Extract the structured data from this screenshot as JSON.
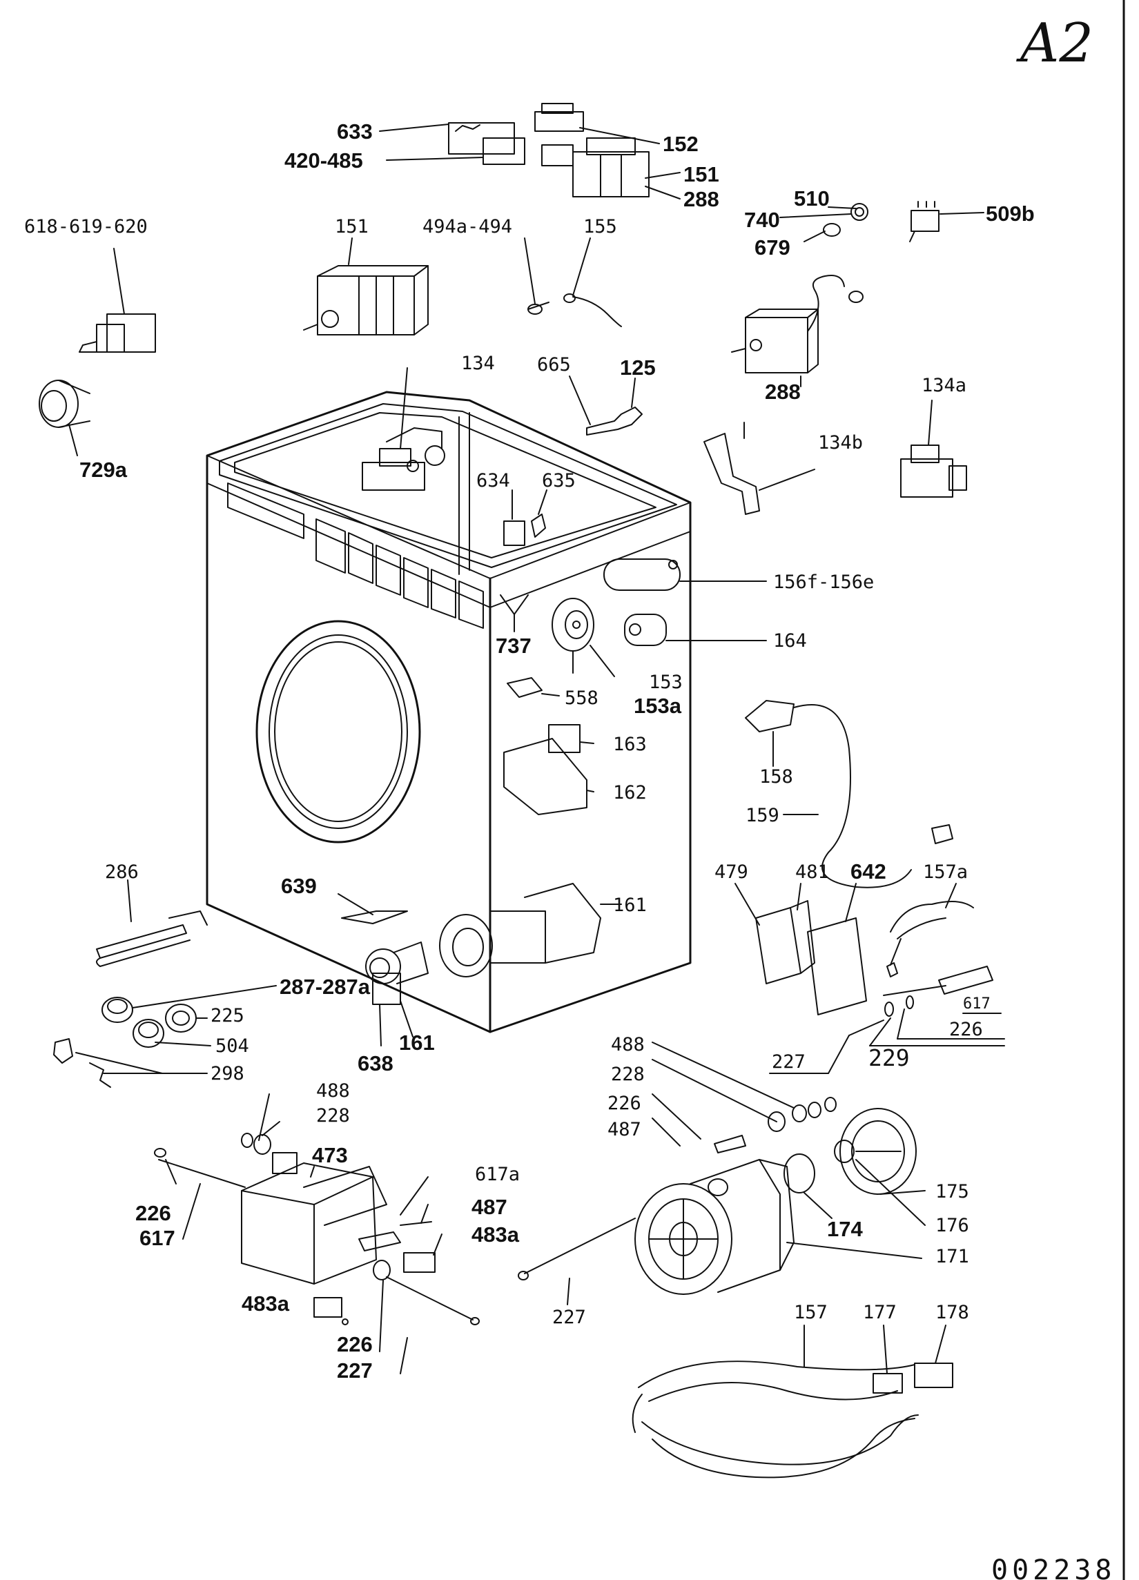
{
  "sheet": {
    "corner_mark": "A2",
    "drawing_number": "002238"
  },
  "callouts": {
    "c633": "633",
    "c420_485": "420-485",
    "c152": "152",
    "c151_top": "151",
    "c288_top": "288",
    "c510": "510",
    "c740": "740",
    "c679": "679",
    "c509b": "509b",
    "c618_619_620": "618-619-620",
    "c151_mid": "151",
    "c494a_494": "494a-494",
    "c155": "155",
    "c288_mid": "288",
    "c134": "134",
    "c665": "665",
    "c125": "125",
    "c134a": "134a",
    "c134b": "134b",
    "c729a": "729a",
    "c634": "634",
    "c635": "635",
    "c156f_156e": "156f-156e",
    "c737": "737",
    "c164": "164",
    "c153": "153",
    "c153a": "153a",
    "c558": "558",
    "c163": "163",
    "c158": "158",
    "c162": "162",
    "c159": "159",
    "c286": "286",
    "c639": "639",
    "c161_right": "161",
    "c479": "479",
    "c481": "481",
    "c642": "642",
    "c157a": "157a",
    "c287_287a": "287-287a",
    "c225": "225",
    "c504": "504",
    "c161_bottom": "161",
    "c638": "638",
    "c617_right": "617",
    "c226_right": "226",
    "c298": "298",
    "c227_right": "227",
    "c229": "229",
    "c488_left": "488",
    "c228_left": "228",
    "c473": "473",
    "c617a": "617a",
    "c226_left": "226",
    "c617_left": "617",
    "c487_left": "487",
    "c483a_right": "483a",
    "c483a_left": "483a",
    "c226_lower": "226",
    "c227_lower": "227",
    "c488_motor": "488",
    "c228_motor": "228",
    "c226_motor": "226",
    "c487_motor": "487",
    "c175": "175",
    "c176": "176",
    "c174": "174",
    "c171": "171",
    "c227_motor": "227",
    "c157": "157",
    "c177": "177",
    "c178": "178"
  }
}
